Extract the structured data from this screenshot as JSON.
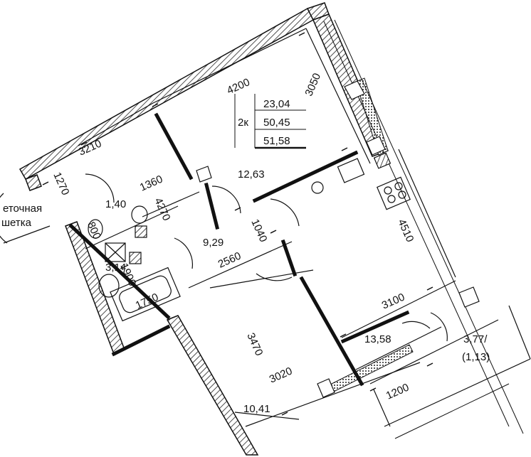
{
  "summary": {
    "rooms_label": "2к",
    "living_area": "23,04",
    "area": "50,45",
    "total_area": "51,58"
  },
  "rooms": {
    "kitchen": "12,63",
    "wc_small": "1,40",
    "bathroom": "3,14",
    "hall": "9,29",
    "bedroom_upper": "13,58",
    "bedroom_lower": "10,41",
    "balcony": "3,77/",
    "balcony_reduced": "(1,13)"
  },
  "dimensions": {
    "d4200": "4200",
    "d3050": "3050",
    "d3210": "3210",
    "d1270": "1270",
    "d1360": "1360",
    "d4270": "4270",
    "d1040": "1040",
    "d2560": "2560",
    "d1900": "1900",
    "d1750": "1750",
    "d4510": "4510",
    "d3100": "3100",
    "d3470": "3470",
    "d3020": "3020",
    "d1200": "1200",
    "d800": "800"
  },
  "notes": {
    "mesh_line1": "еточная",
    "mesh_line2": "шетка"
  },
  "colors": {
    "wall": "#111111",
    "hatch": "#333333",
    "background": "#ffffff"
  }
}
